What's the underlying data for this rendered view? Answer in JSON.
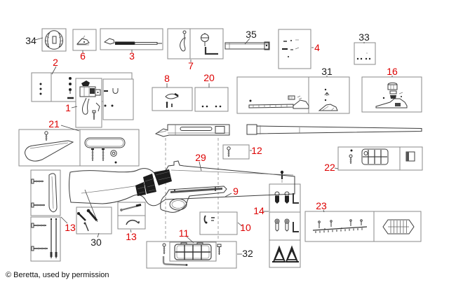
{
  "page": {
    "background": "#ffffff",
    "copyright": "© Beretta, used by permission"
  },
  "colors": {
    "callout_red": "#dd0000",
    "callout_black": "#1c1c1c",
    "box_border": "#8a8a8a",
    "line_art": "#3c3c3c",
    "checkering": "#1c1c1c"
  },
  "callouts": {
    "c34": {
      "text": "34",
      "color": "#1c1c1c"
    },
    "c6": {
      "text": "6",
      "color": "#dd0000"
    },
    "c3": {
      "text": "3",
      "color": "#dd0000"
    },
    "c7": {
      "text": "7",
      "color": "#dd0000"
    },
    "c35": {
      "text": "35",
      "color": "#1c1c1c"
    },
    "c4": {
      "text": "4",
      "color": "#dd0000"
    },
    "c33": {
      "text": "33",
      "color": "#1c1c1c"
    },
    "c2": {
      "text": "2",
      "color": "#dd0000"
    },
    "c1": {
      "text": "1",
      "color": "#dd0000"
    },
    "c8": {
      "text": "8",
      "color": "#dd0000"
    },
    "c20": {
      "text": "20",
      "color": "#dd0000"
    },
    "c31": {
      "text": "31",
      "color": "#1c1c1c"
    },
    "c16": {
      "text": "16",
      "color": "#dd0000"
    },
    "c21": {
      "text": "21",
      "color": "#dd0000"
    },
    "c12": {
      "text": "12",
      "color": "#dd0000"
    },
    "c29": {
      "text": "29",
      "color": "#dd0000"
    },
    "c22": {
      "text": "22",
      "color": "#dd0000"
    },
    "c13a": {
      "text": "13",
      "color": "#dd0000"
    },
    "c30": {
      "text": "30",
      "color": "#1c1c1c"
    },
    "c13b": {
      "text": "13",
      "color": "#dd0000"
    },
    "c9": {
      "text": "9",
      "color": "#dd0000"
    },
    "c10": {
      "text": "10",
      "color": "#dd0000"
    },
    "c14": {
      "text": "14",
      "color": "#dd0000"
    },
    "c11": {
      "text": "11",
      "color": "#dd0000"
    },
    "c32": {
      "text": "32",
      "color": "#1c1c1c"
    },
    "c23": {
      "text": "23",
      "color": "#dd0000"
    }
  }
}
